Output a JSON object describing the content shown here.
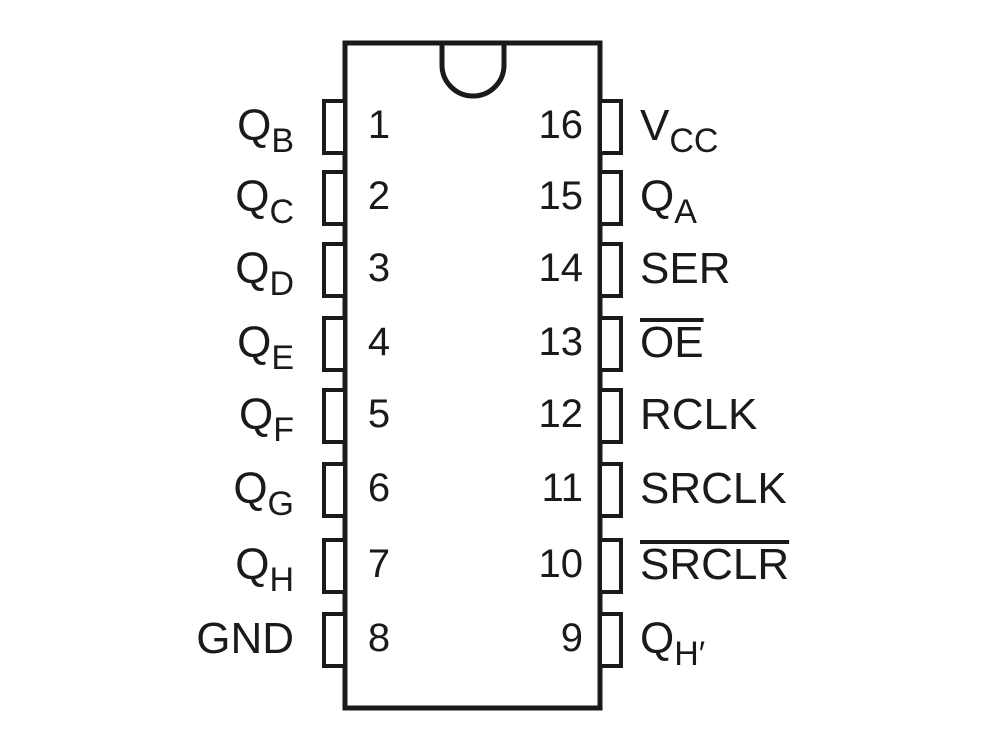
{
  "colors": {
    "ink": "#1a1a1a",
    "background": "#ffffff"
  },
  "left_pins": [
    {
      "number": "1",
      "name": "Q",
      "sub": "B",
      "overbar": false
    },
    {
      "number": "2",
      "name": "Q",
      "sub": "C",
      "overbar": false
    },
    {
      "number": "3",
      "name": "Q",
      "sub": "D",
      "overbar": false
    },
    {
      "number": "4",
      "name": "Q",
      "sub": "E",
      "overbar": false
    },
    {
      "number": "5",
      "name": "Q",
      "sub": "F",
      "overbar": false
    },
    {
      "number": "6",
      "name": "Q",
      "sub": "G",
      "overbar": false
    },
    {
      "number": "7",
      "name": "Q",
      "sub": "H",
      "overbar": false
    },
    {
      "number": "8",
      "name": "GND",
      "sub": "",
      "overbar": false
    }
  ],
  "right_pins": [
    {
      "number": "16",
      "name": "V",
      "sub": "CC",
      "overbar": false
    },
    {
      "number": "15",
      "name": "Q",
      "sub": "A",
      "overbar": false
    },
    {
      "number": "14",
      "name": "SER",
      "sub": "",
      "overbar": false
    },
    {
      "number": "13",
      "name": "OE",
      "sub": "",
      "overbar": true
    },
    {
      "number": "12",
      "name": "RCLK",
      "sub": "",
      "overbar": false
    },
    {
      "number": "11",
      "name": "SRCLK",
      "sub": "",
      "overbar": false
    },
    {
      "number": "10",
      "name": "SRCLR",
      "sub": "",
      "overbar": true
    },
    {
      "number": "9",
      "name": "Q",
      "sub": "H′",
      "overbar": false
    }
  ]
}
